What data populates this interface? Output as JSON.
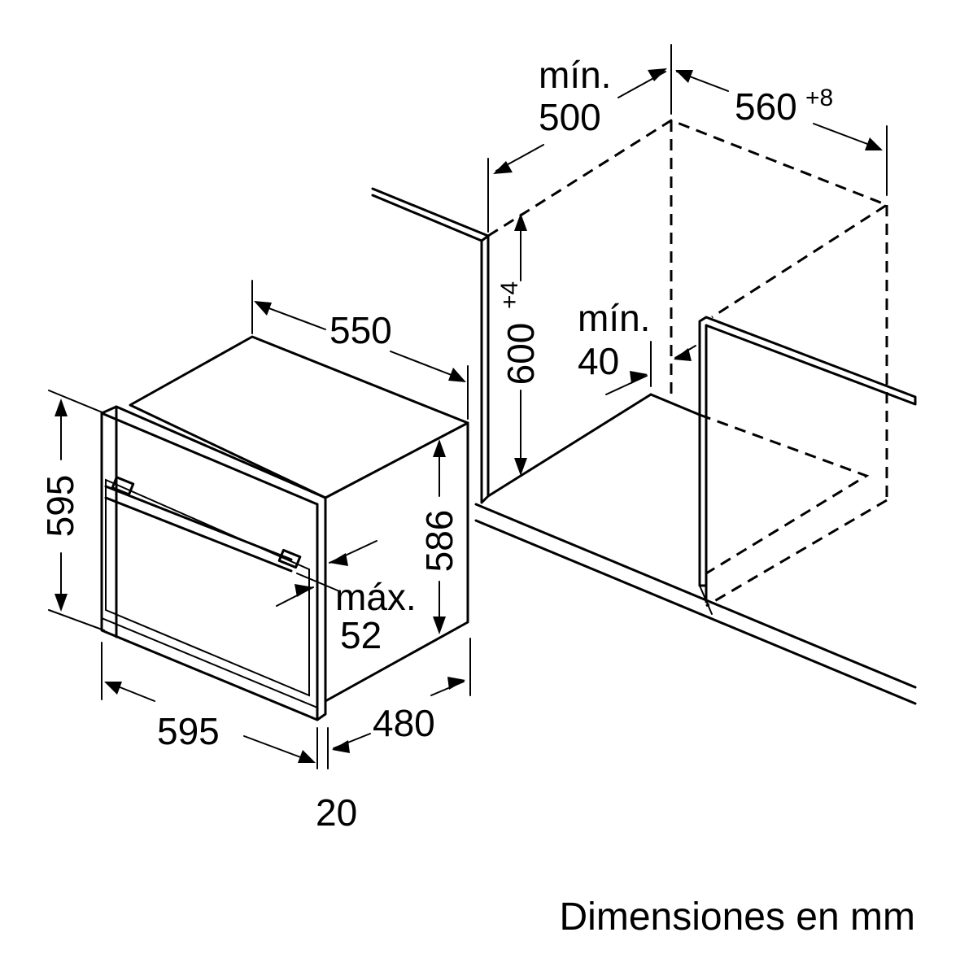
{
  "caption": "Dimensiones en mm",
  "dimensions": {
    "oven_depth_top": "550",
    "oven_height_left": "595",
    "oven_width_bottom": "595",
    "oven_body_height": "586",
    "oven_body_depth": "480",
    "front_panel": "20",
    "handle_projection_prefix": "máx.",
    "handle_projection": "52",
    "niche_depth_prefix": "mín.",
    "niche_depth": "500",
    "niche_width": "560",
    "niche_width_tol": "+8",
    "niche_height": "600",
    "niche_height_tol": "+4",
    "floor_gap_prefix": "mín.",
    "floor_gap": "40"
  }
}
